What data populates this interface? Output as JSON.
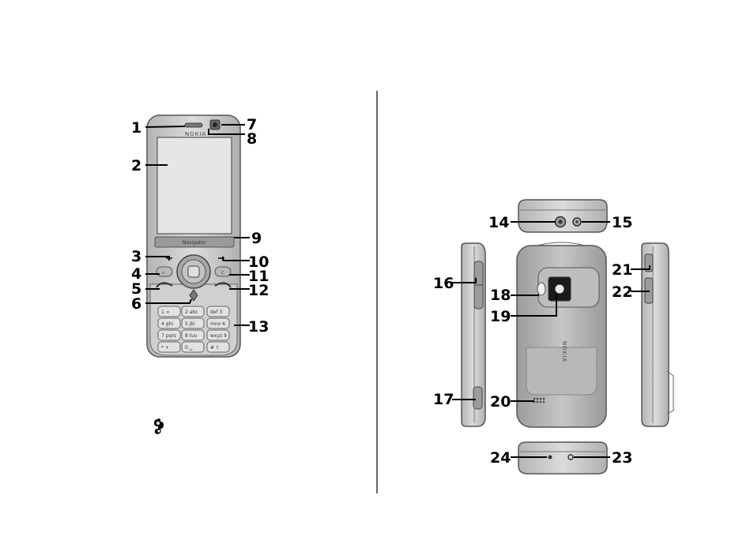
{
  "front_view": {
    "brand_label": "NOKIA",
    "navigator_label": "Navigator",
    "key_labels": [
      "1 ∞",
      "2 abc",
      "def 3",
      "4 ghi",
      "5 jkl",
      "mno 6",
      "7 pqrs",
      "8 tuv",
      "wxyz 9",
      "* +",
      "0 ␣",
      "# ⇧"
    ],
    "callouts": [
      "1",
      "2",
      "3",
      "4",
      "5",
      "6",
      "7",
      "8",
      "9",
      "10",
      "11",
      "12",
      "13"
    ]
  },
  "back_views": {
    "brand_label": "NOKIA",
    "callouts": [
      "14",
      "15",
      "16",
      "17",
      "18",
      "19",
      "20",
      "21",
      "22",
      "23",
      "24"
    ]
  },
  "icons": {
    "left": "nokia-settings-icon"
  },
  "colors": {
    "phone_body": "#c8c8c8",
    "phone_dark": "#8a8a8a",
    "screen": "#e4e4e4",
    "outline": "#555555"
  }
}
